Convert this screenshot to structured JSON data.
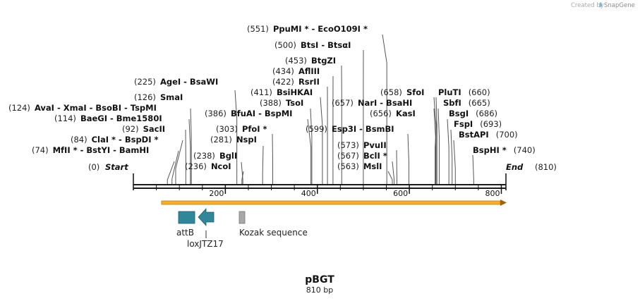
{
  "credit": {
    "prefix": "Created by",
    "brand": "SnapGene"
  },
  "map": {
    "name": "pBGT",
    "length_label": "810 bp",
    "length": 810,
    "start": {
      "pos": "(0)",
      "label": "Start"
    },
    "end": {
      "pos": "(810)",
      "label": "End"
    },
    "ticks": [
      200,
      400,
      600,
      800
    ]
  },
  "sites": [
    {
      "pos": "(74)",
      "text": "MfII * - BstYI  - BamHI",
      "at": 74
    },
    {
      "pos": "(84)",
      "text": "ClaI *  - BspDI *",
      "at": 84
    },
    {
      "pos": "(92)",
      "text": "SacII",
      "at": 92
    },
    {
      "pos": "(114)",
      "text": "BaeGI  - Bme1580I",
      "at": 114
    },
    {
      "pos": "(124)",
      "text": "AvaI  - XmaI  - BsoBI  - TspMI",
      "at": 124
    },
    {
      "pos": "(126)",
      "text": "SmaI",
      "at": 126
    },
    {
      "pos": "(225)",
      "text": "AgeI  - BsaWI",
      "at": 225
    },
    {
      "pos": "(236)",
      "text": "NcoI",
      "at": 236
    },
    {
      "pos": "(238)",
      "text": "BglI",
      "at": 238
    },
    {
      "pos": "(281)",
      "text": "NspI",
      "at": 281
    },
    {
      "pos": "(303)",
      "text": "PfoI *",
      "at": 303
    },
    {
      "pos": "(386)",
      "text": "BfuAI  - BspMI",
      "at": 386
    },
    {
      "pos": "(388)",
      "text": "TsoI",
      "at": 388
    },
    {
      "pos": "(411)",
      "text": "BsiHKAI",
      "at": 411
    },
    {
      "pos": "(422)",
      "text": "RsrII",
      "at": 422
    },
    {
      "pos": "(434)",
      "text": "AflIII",
      "at": 434
    },
    {
      "pos": "(453)",
      "text": "BtgZI",
      "at": 453
    },
    {
      "pos": "(500)",
      "text": "BtsI  - BtsαI",
      "at": 500
    },
    {
      "pos": "(551)",
      "text": "PpuMI *  - EcoO109I *",
      "at": 551
    },
    {
      "pos": "(599)",
      "text": "Esp3I  - BsmBI",
      "at": 599
    },
    {
      "pos": "(657)",
      "text": "NarI  - BsaHI",
      "at": 657
    },
    {
      "pos": "(563)",
      "text": "MslI",
      "at": 563
    },
    {
      "pos": "(567)",
      "text": "BclI *",
      "at": 567
    },
    {
      "pos": "(573)",
      "text": "PvuII",
      "at": 573
    },
    {
      "pos": "(656)",
      "text": "KasI",
      "at": 656
    },
    {
      "pos": "(658)",
      "text": "SfoI",
      "at": 658
    },
    {
      "pos": "(660)",
      "text": "PluTI",
      "at": 660
    },
    {
      "pos": "(665)",
      "text": "SbfI",
      "at": 665
    },
    {
      "pos": "(686)",
      "text": "BsgI",
      "at": 686
    },
    {
      "pos": "(693)",
      "text": "FspI",
      "at": 693
    },
    {
      "pos": "(700)",
      "text": "BstAPI",
      "at": 700
    },
    {
      "pos": "(740)",
      "text": "BspHI *",
      "at": 740
    }
  ],
  "features": [
    {
      "label": "attB",
      "color": "#2f8799",
      "kind": "box"
    },
    {
      "label": "loxJTZ17",
      "color": "#2f8799",
      "kind": "arrow-left"
    },
    {
      "label": "Kozak sequence",
      "color": "#a8a8a8",
      "kind": "box"
    }
  ],
  "colors": {
    "backbone": "#1a1a1a",
    "orf": "#f2b12a",
    "orf_edge": "#a0620e"
  }
}
